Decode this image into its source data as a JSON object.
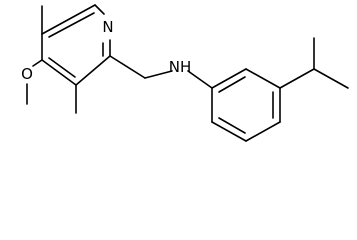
{
  "molecule": {
    "atom_labels": {
      "pyridine_n": "N",
      "methoxy_o": "O",
      "amine_nh": "NH"
    },
    "colors": {
      "bond": "#000000",
      "label": "#000000",
      "background": "#ffffff"
    }
  }
}
